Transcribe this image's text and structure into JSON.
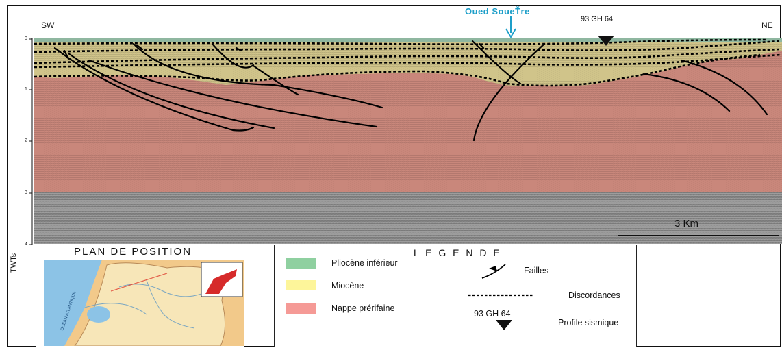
{
  "profile": {
    "left_label": "SW",
    "right_label": "NE",
    "oued_label": "Oued SoueŤre",
    "station_label": "93 GH 64",
    "time_ticks": [
      "0",
      "1",
      "2",
      "3",
      "4"
    ],
    "axis_label": "TWTs",
    "scale_label": "3 Km"
  },
  "plan": {
    "title": "PLAN DE POSITION",
    "ocean_label": "OCEAN ATLANTIQUE"
  },
  "legend": {
    "title": "L E G E N D E",
    "items": [
      {
        "label": "Pliocène inférieur",
        "color": "#8fd0a0"
      },
      {
        "label": "Miocène",
        "color": "#fdf59a"
      },
      {
        "label": "Nappe prérifaine",
        "color": "#f59a96"
      }
    ],
    "faults_label": "Failles",
    "discordances_label": "Discordances",
    "station_label": "93 GH 64",
    "profile_label": "Profile sismique"
  },
  "colors": {
    "nappe": "#c9877b",
    "miocene": "#cfc58a",
    "pliocene": "#8fb7a0",
    "basement": "#9c9c9c",
    "oued": "#1e9fc9"
  }
}
